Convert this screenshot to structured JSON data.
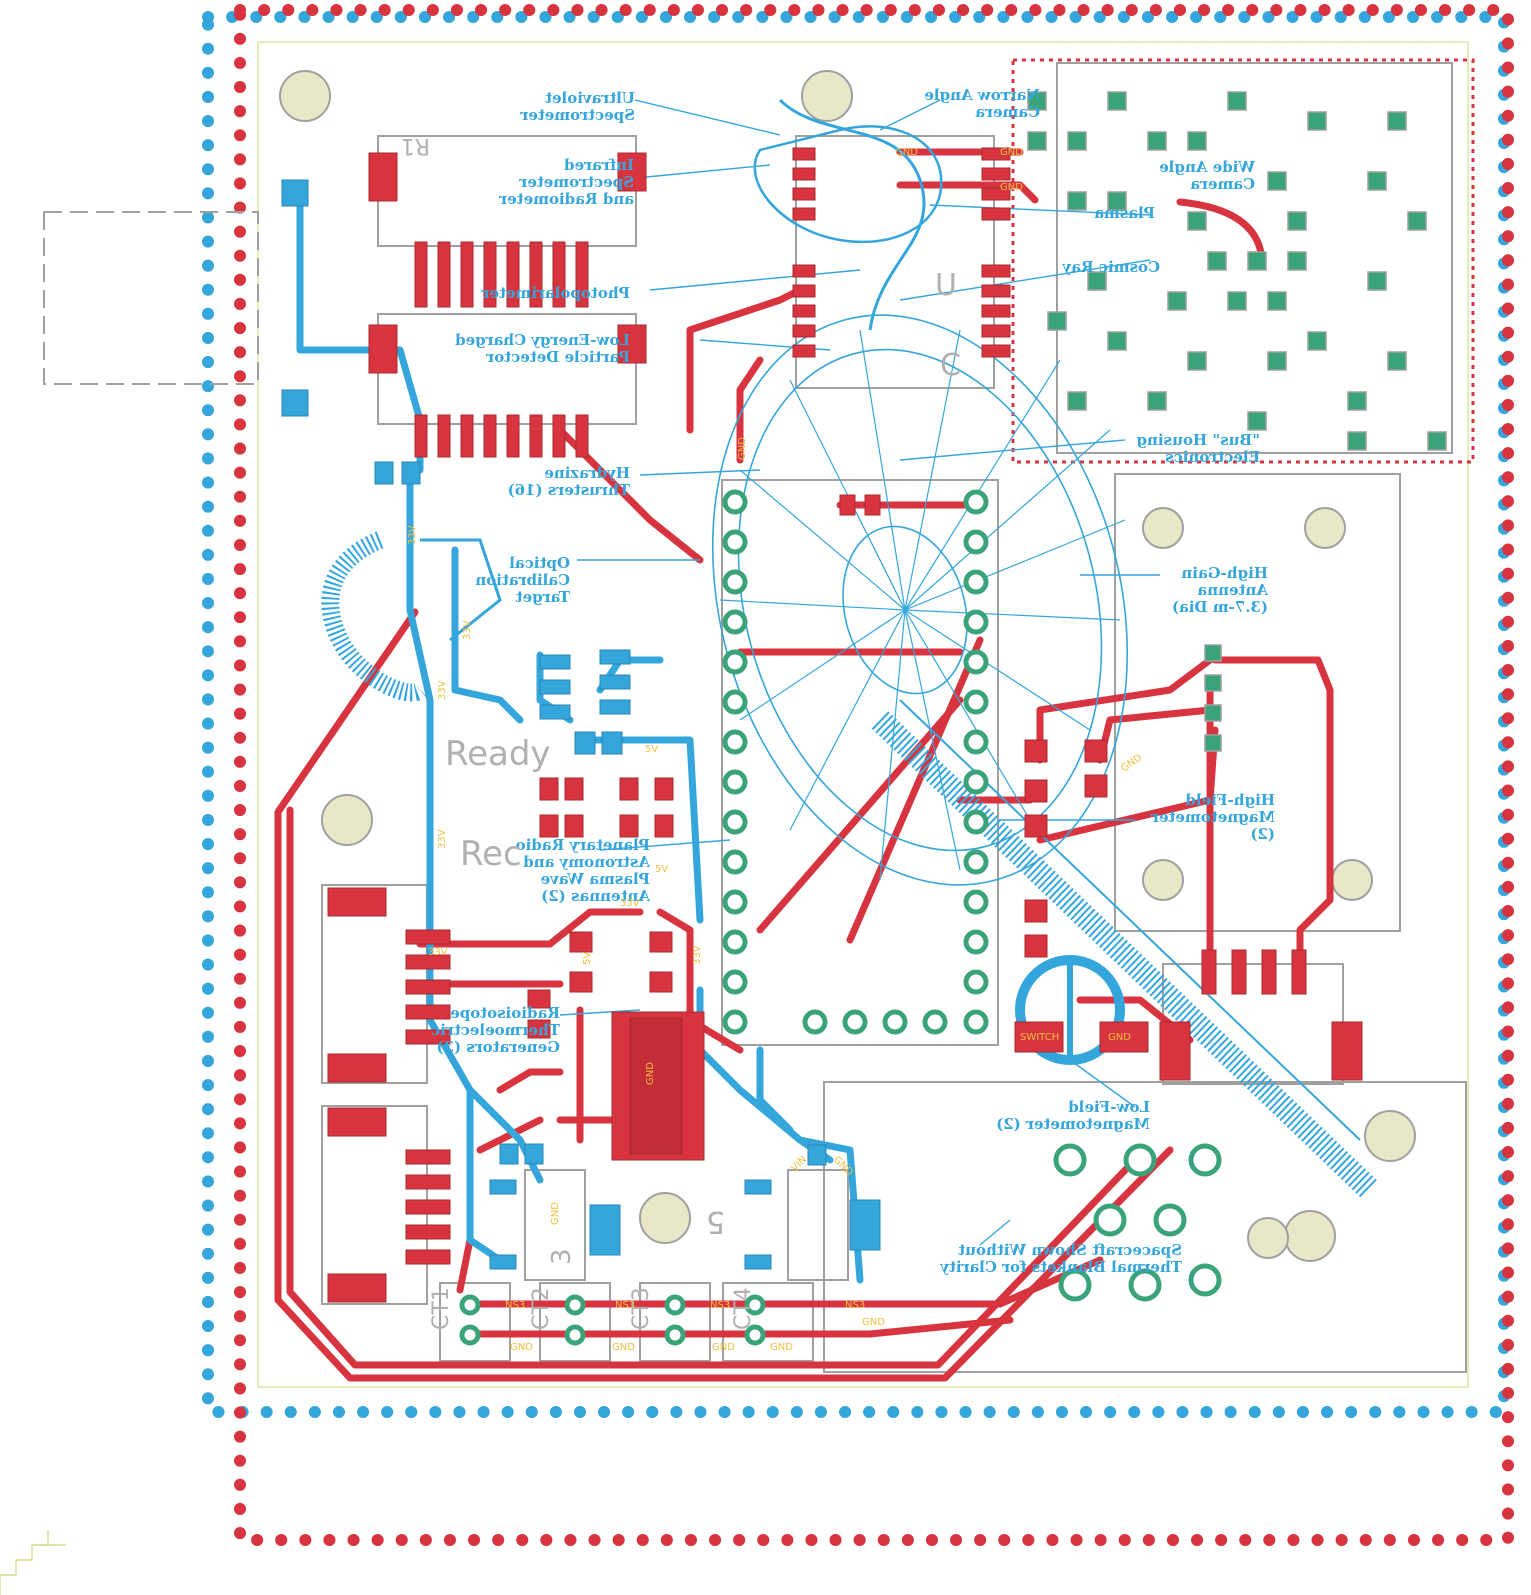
{
  "colors": {
    "top_copper": "#d8343f",
    "bottom_copper": "#35a6dc",
    "silkscreen_outline": "#a0a0a0",
    "pad_green": "#3aa37a",
    "net_label": "#f0c040",
    "board_outline": "#c8d878"
  },
  "reference_designators": {
    "r1": "R1",
    "u_main": "U",
    "c_main": "C",
    "ready": "Ready",
    "rec": "Rec",
    "ic5": "5",
    "ic3": "3",
    "ct1": "CT1",
    "ct2": "CT2",
    "ct3": "CT3",
    "ct4": "CT4"
  },
  "silkscreen_labels": [
    {
      "key": "uv_spectrometer",
      "lines": [
        "Ultraviolet",
        "Spectrometer"
      ]
    },
    {
      "key": "ir_spectrometer",
      "lines": [
        "Infrared",
        "Spectrometer",
        "and Radiometer"
      ]
    },
    {
      "key": "photopolarimeter",
      "lines": [
        "Photopolarimeter"
      ]
    },
    {
      "key": "low_energy",
      "lines": [
        "Low-Energy Charged",
        "Particle Detector"
      ]
    },
    {
      "key": "hydrazine",
      "lines": [
        "Hydrazine",
        "Thrusters (16)"
      ]
    },
    {
      "key": "optical_cal",
      "lines": [
        "Optical",
        "Calibration",
        "Target"
      ]
    },
    {
      "key": "narrow_angle",
      "lines": [
        "Narrow Angle",
        "Camera"
      ]
    },
    {
      "key": "wide_angle",
      "lines": [
        "Wide Angle",
        "Camera"
      ]
    },
    {
      "key": "plasma",
      "lines": [
        "Plasma"
      ]
    },
    {
      "key": "cosmic_ray",
      "lines": [
        "Cosmic Ray"
      ]
    },
    {
      "key": "bus_housing",
      "lines": [
        "\"Bus\" Housing",
        "Electronics"
      ]
    },
    {
      "key": "high_gain",
      "lines": [
        "High-Gain",
        "Antenna",
        "(3.7-m Dia)"
      ]
    },
    {
      "key": "high_field",
      "lines": [
        "High-Field",
        "Magnetometer",
        "(2)"
      ]
    },
    {
      "key": "planetary_radio",
      "lines": [
        "Planetary Radio",
        "Astronomy and",
        "Plasma Wave",
        "Antennas (2)"
      ]
    },
    {
      "key": "radioisotope",
      "lines": [
        "Radioisotope",
        "Thermoelectric",
        "Generators (3)"
      ]
    },
    {
      "key": "low_field",
      "lines": [
        "Low-Field",
        "Magnetometer (2)"
      ]
    },
    {
      "key": "spacecraft_note",
      "lines": [
        "Spacecraft Shown Without",
        "Thermal Blankets for Clarity"
      ]
    }
  ],
  "net_labels": {
    "gnd": "GND",
    "v33": "33V",
    "v5": "5V",
    "vin": "VIN",
    "gnd_b": "GND",
    "switch": "SWITCH",
    "ns3": "NS3"
  }
}
